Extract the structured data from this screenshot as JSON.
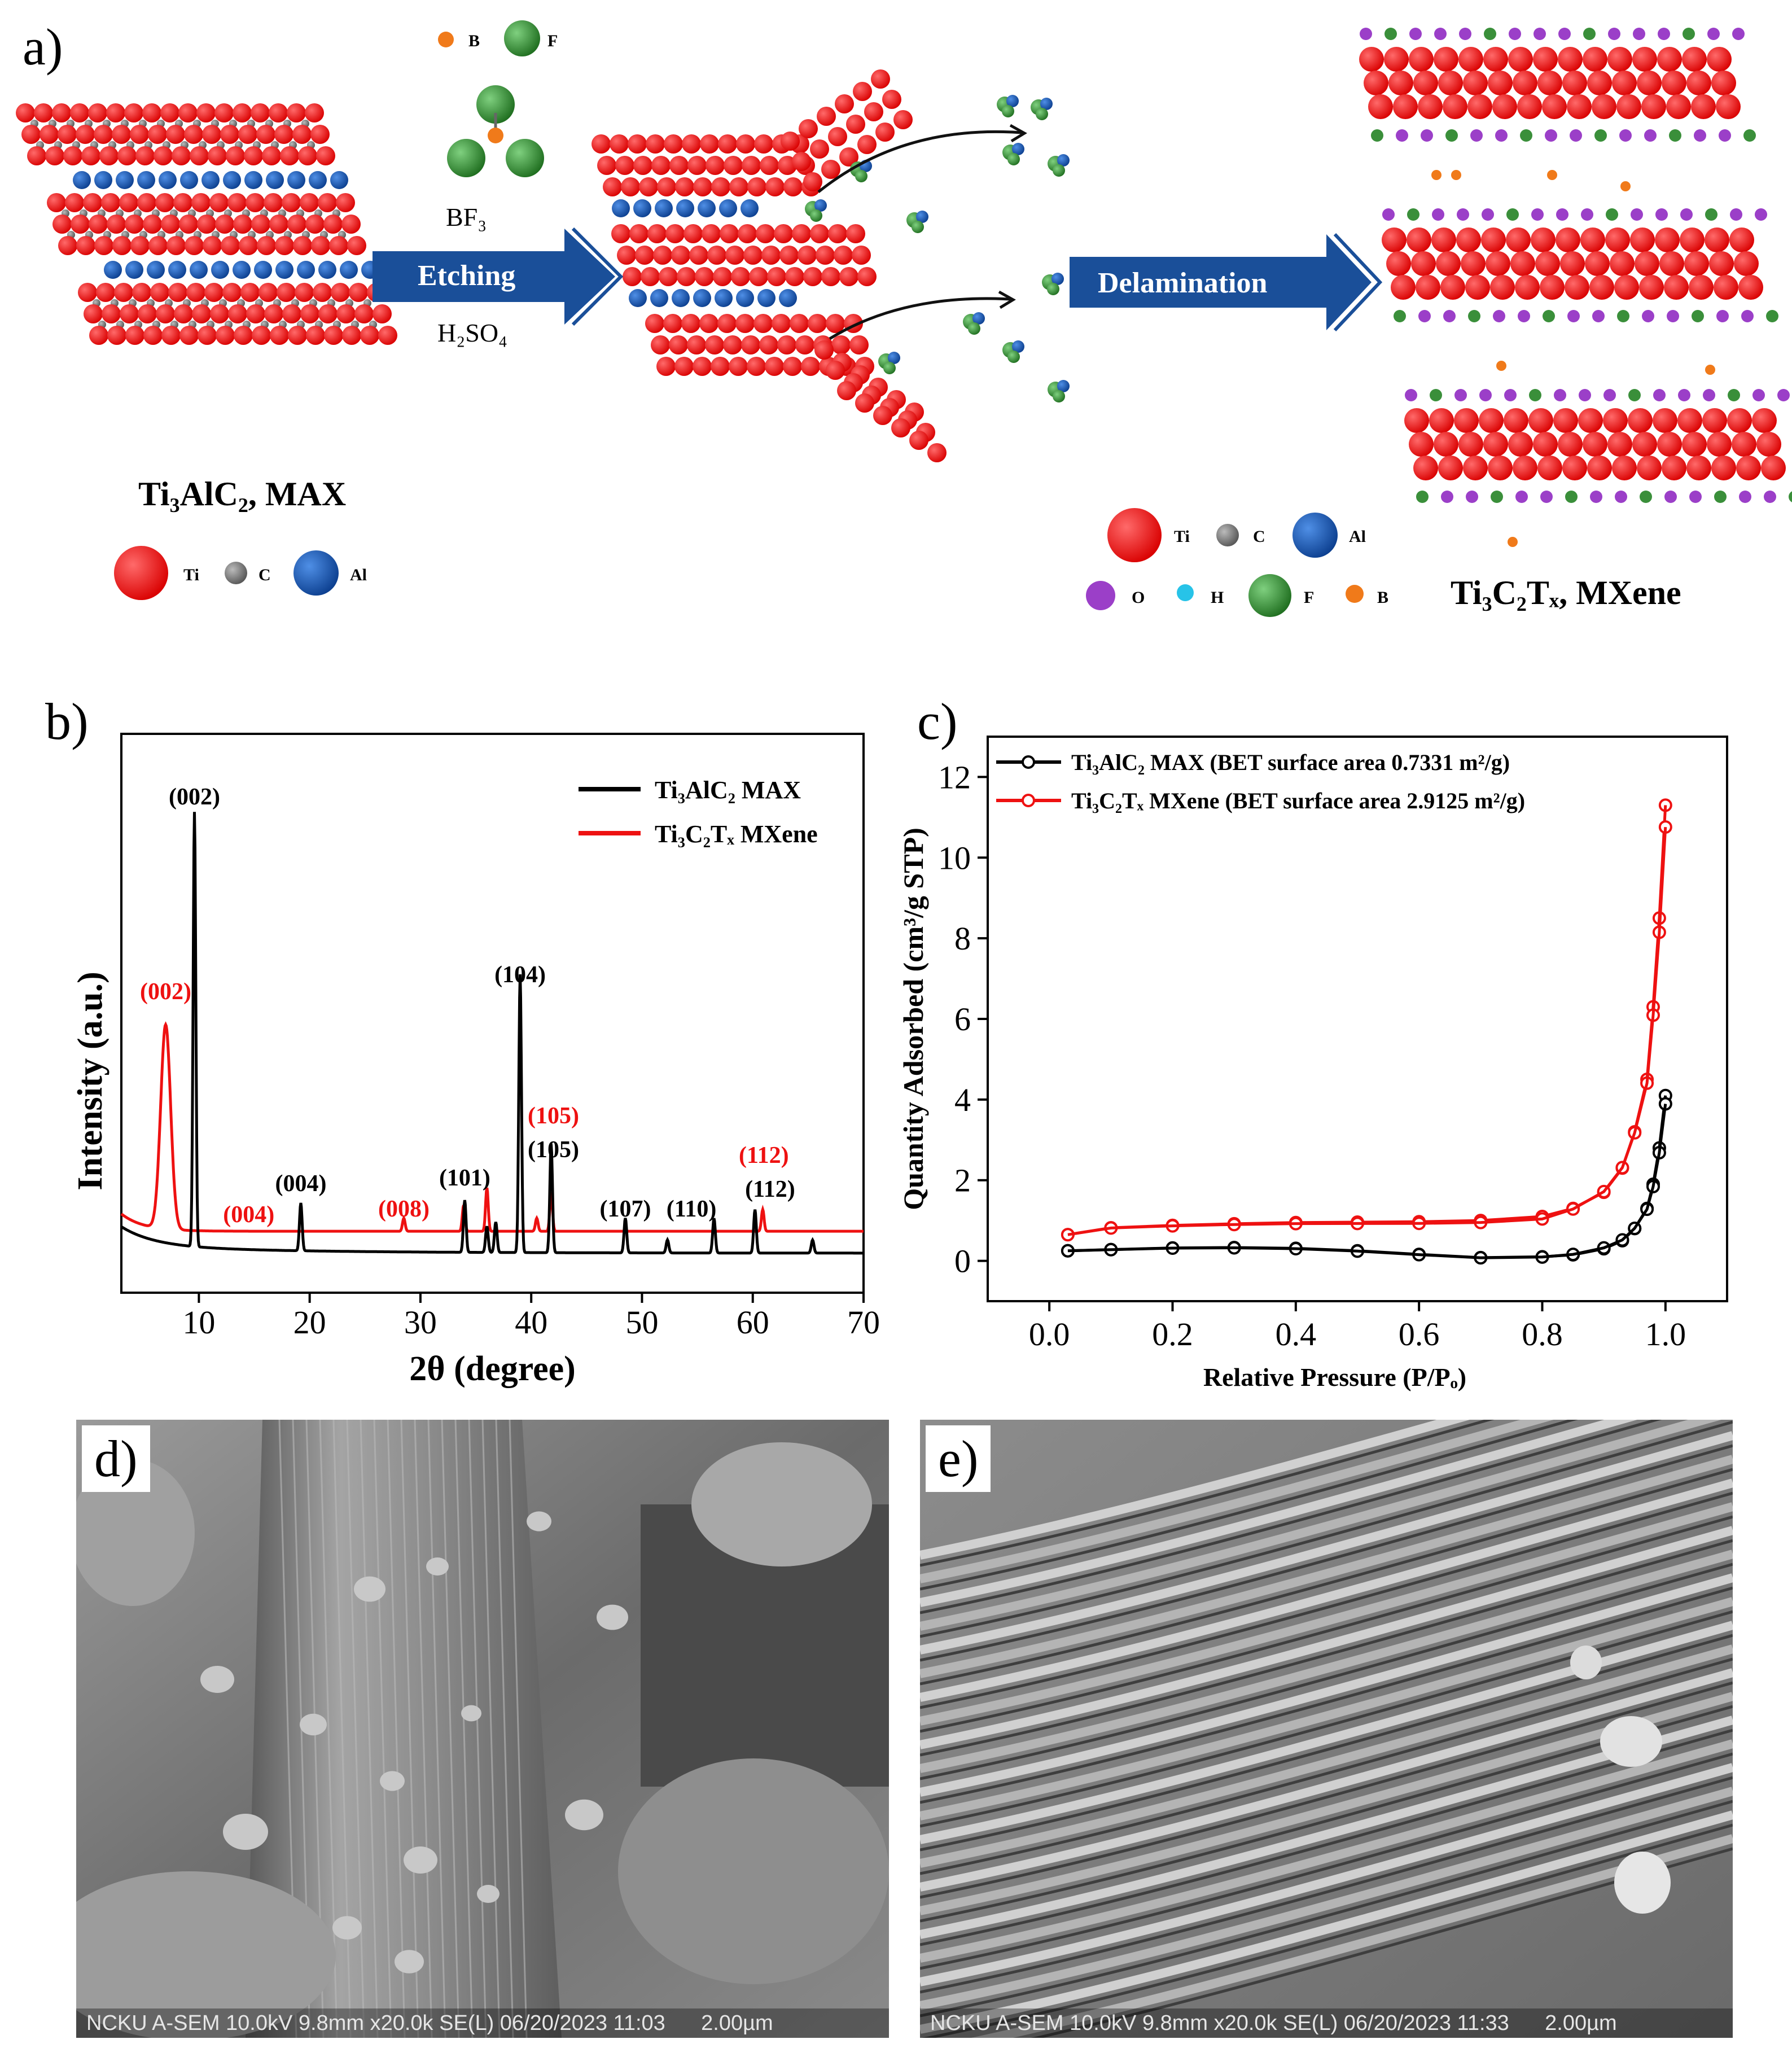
{
  "panel_labels": {
    "a": "a)",
    "b": "b)",
    "c": "c)",
    "d": "d)",
    "e": "e)"
  },
  "schematic": {
    "max_caption": "Ti₃AlC₂, MAX",
    "mxene_caption": "Ti₃C₂Tₓ, MXene",
    "etching_label": "Etching",
    "acid_label": "H₂SO₄",
    "bf3_label": "BF₃",
    "delamination_label": "Delamination",
    "legend_top": [
      {
        "label": "B",
        "color": "#f07a1a"
      },
      {
        "label": "F",
        "color": "#3a8f3a"
      }
    ],
    "legend_max": [
      {
        "label": "Ti",
        "color": "#ee1111"
      },
      {
        "label": "C",
        "color": "#777777"
      },
      {
        "label": "Al",
        "color": "#1157b8"
      }
    ],
    "legend_mxene_row1": [
      {
        "label": "Ti",
        "color": "#ee1111"
      },
      {
        "label": "C",
        "color": "#777777"
      },
      {
        "label": "Al",
        "color": "#1157b8"
      }
    ],
    "legend_mxene_row2": [
      {
        "label": "O",
        "color": "#9b3fc8"
      },
      {
        "label": "H",
        "color": "#27c3e8"
      },
      {
        "label": "F",
        "color": "#3a8f3a"
      },
      {
        "label": "B",
        "color": "#f07a1a"
      }
    ],
    "arrow_color": "#1a4f99"
  },
  "chart_data": [
    {
      "type": "line",
      "panel": "b",
      "xlabel": "2θ (degree)",
      "ylabel": "Intensity (a.u.)",
      "xlim": [
        3,
        70
      ],
      "xticks": [
        10,
        20,
        30,
        40,
        50,
        60,
        70
      ],
      "legend_position": "top-right",
      "series": [
        {
          "name": "Ti₃AlC₂ MAX",
          "color": "#000000",
          "peaks": [
            {
              "x": 9.6,
              "h": 1.0
            },
            {
              "x": 19.2,
              "h": 0.11
            },
            {
              "x": 34.0,
              "h": 0.12
            },
            {
              "x": 36.0,
              "h": 0.06
            },
            {
              "x": 36.8,
              "h": 0.07
            },
            {
              "x": 39.0,
              "h": 0.64
            },
            {
              "x": 41.8,
              "h": 0.25
            },
            {
              "x": 48.5,
              "h": 0.08
            },
            {
              "x": 52.3,
              "h": 0.03
            },
            {
              "x": 56.5,
              "h": 0.08
            },
            {
              "x": 60.2,
              "h": 0.1
            },
            {
              "x": 65.4,
              "h": 0.03
            }
          ]
        },
        {
          "name": "Ti₃C₂Tₓ MXene",
          "color": "#ee1111",
          "peaks": [
            {
              "x": 7.0,
              "h": 0.47
            },
            {
              "x": 28.5,
              "h": 0.03
            },
            {
              "x": 33.9,
              "h": 0.06
            },
            {
              "x": 36.0,
              "h": 0.1
            },
            {
              "x": 40.5,
              "h": 0.03
            },
            {
              "x": 41.8,
              "h": 0.09
            },
            {
              "x": 60.9,
              "h": 0.05
            }
          ]
        }
      ],
      "annotations": [
        {
          "text": "(002)",
          "x": 9.6,
          "color": "#000000"
        },
        {
          "text": "(004)",
          "x": 19.2,
          "color": "#000000"
        },
        {
          "text": "(101)",
          "x": 34.0,
          "color": "#000000"
        },
        {
          "text": "(104)",
          "x": 39.0,
          "color": "#000000"
        },
        {
          "text": "(105)",
          "x": 42.0,
          "color": "#000000"
        },
        {
          "text": "(107)",
          "x": 48.5,
          "color": "#000000"
        },
        {
          "text": "(110)",
          "x": 56.5,
          "color": "#000000"
        },
        {
          "text": "(112)",
          "x": 60.8,
          "color": "#000000"
        },
        {
          "text": "(002)",
          "x": 7.0,
          "color": "#ee1111"
        },
        {
          "text": "(004)",
          "x": 14.5,
          "color": "#ee1111"
        },
        {
          "text": "(008)",
          "x": 28.5,
          "color": "#ee1111"
        },
        {
          "text": "(105)",
          "x": 42.0,
          "color": "#ee1111"
        },
        {
          "text": "(112)",
          "x": 61.0,
          "color": "#ee1111"
        }
      ]
    },
    {
      "type": "line",
      "panel": "c",
      "xlabel": "Relative Pressure (P/Pₒ)",
      "ylabel": "Quantity Adsorbed (cm³/g STP)",
      "xlim": [
        -0.1,
        1.1
      ],
      "ylim": [
        -1,
        13
      ],
      "xticks": [
        0.0,
        0.2,
        0.4,
        0.6,
        0.8,
        1.0
      ],
      "yticks": [
        0,
        2,
        4,
        6,
        8,
        10,
        12
      ],
      "legend_position": "top-left",
      "series": [
        {
          "name": "Ti₃AlC₂ MAX (BET surface area 0.7331 m²/g)",
          "color": "#000000",
          "x": [
            0.03,
            0.1,
            0.2,
            0.3,
            0.4,
            0.5,
            0.6,
            0.7,
            0.8,
            0.85,
            0.9,
            0.93,
            0.95,
            0.97,
            0.98,
            0.99,
            1.0
          ],
          "y": [
            0.25,
            0.28,
            0.32,
            0.33,
            0.31,
            0.25,
            0.16,
            0.08,
            0.1,
            0.15,
            0.3,
            0.5,
            0.8,
            1.3,
            1.9,
            2.8,
            4.1
          ]
        },
        {
          "name": "Ti₃C₂Tₓ MXene (BET surface area 2.9125 m²/g)",
          "color": "#ee1111",
          "x": [
            0.03,
            0.1,
            0.2,
            0.3,
            0.4,
            0.5,
            0.6,
            0.7,
            0.8,
            0.85,
            0.9,
            0.93,
            0.95,
            0.97,
            0.98,
            0.99,
            1.0
          ],
          "y": [
            0.65,
            0.82,
            0.88,
            0.92,
            0.95,
            0.96,
            0.97,
            1.0,
            1.1,
            1.3,
            1.7,
            2.3,
            3.2,
            4.5,
            6.3,
            8.5,
            11.3
          ]
        }
      ]
    }
  ],
  "sem": {
    "d_footer": "NCKU A-SEM 10.0kV 9.8mm x20.0k SE(L) 06/20/2023 11:03      2.00µm",
    "e_footer": "NCKU A-SEM 10.0kV 9.8mm x20.0k SE(L) 06/20/2023 11:33      2.00µm"
  }
}
